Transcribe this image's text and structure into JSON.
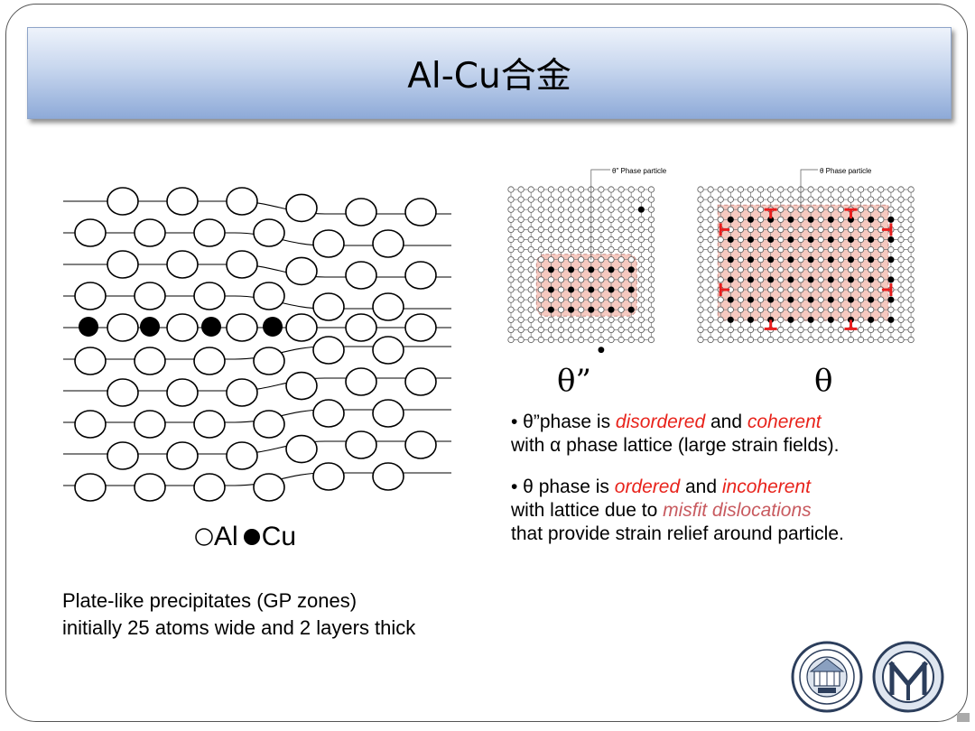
{
  "slide": {
    "title": "Al-Cu合金"
  },
  "left_figure": {
    "legend": {
      "al": "Al",
      "cu": "Cu"
    },
    "caption_line1": "Plate-like precipitates (GP zones)",
    "caption_line2": "initially 25 atoms wide and 2 layers thick"
  },
  "right_figure": {
    "panel1_callout": "θ\" Phase particle",
    "panel2_callout": "θ Phase particle",
    "label1": "θ”",
    "label2": "θ"
  },
  "bullets": [
    {
      "prefix": "• θ”phase is ",
      "em1": "disordered",
      "mid": " and ",
      "em2": "coherent",
      "rest": "with α phase lattice (large strain fields)."
    },
    {
      "prefix": "• θ phase is ",
      "em1": "ordered",
      "mid": " and ",
      "em2": "incoherent",
      "line2_pre": "with lattice due to ",
      "em3": "misfit dislocations",
      "line3": "that provide strain relief around particle."
    }
  ],
  "colors": {
    "accent_red": "#e8231b",
    "accent_pink": "#c85a5f",
    "particle_fill": "#f6c9c0",
    "dislocation": "#e81e1e"
  }
}
